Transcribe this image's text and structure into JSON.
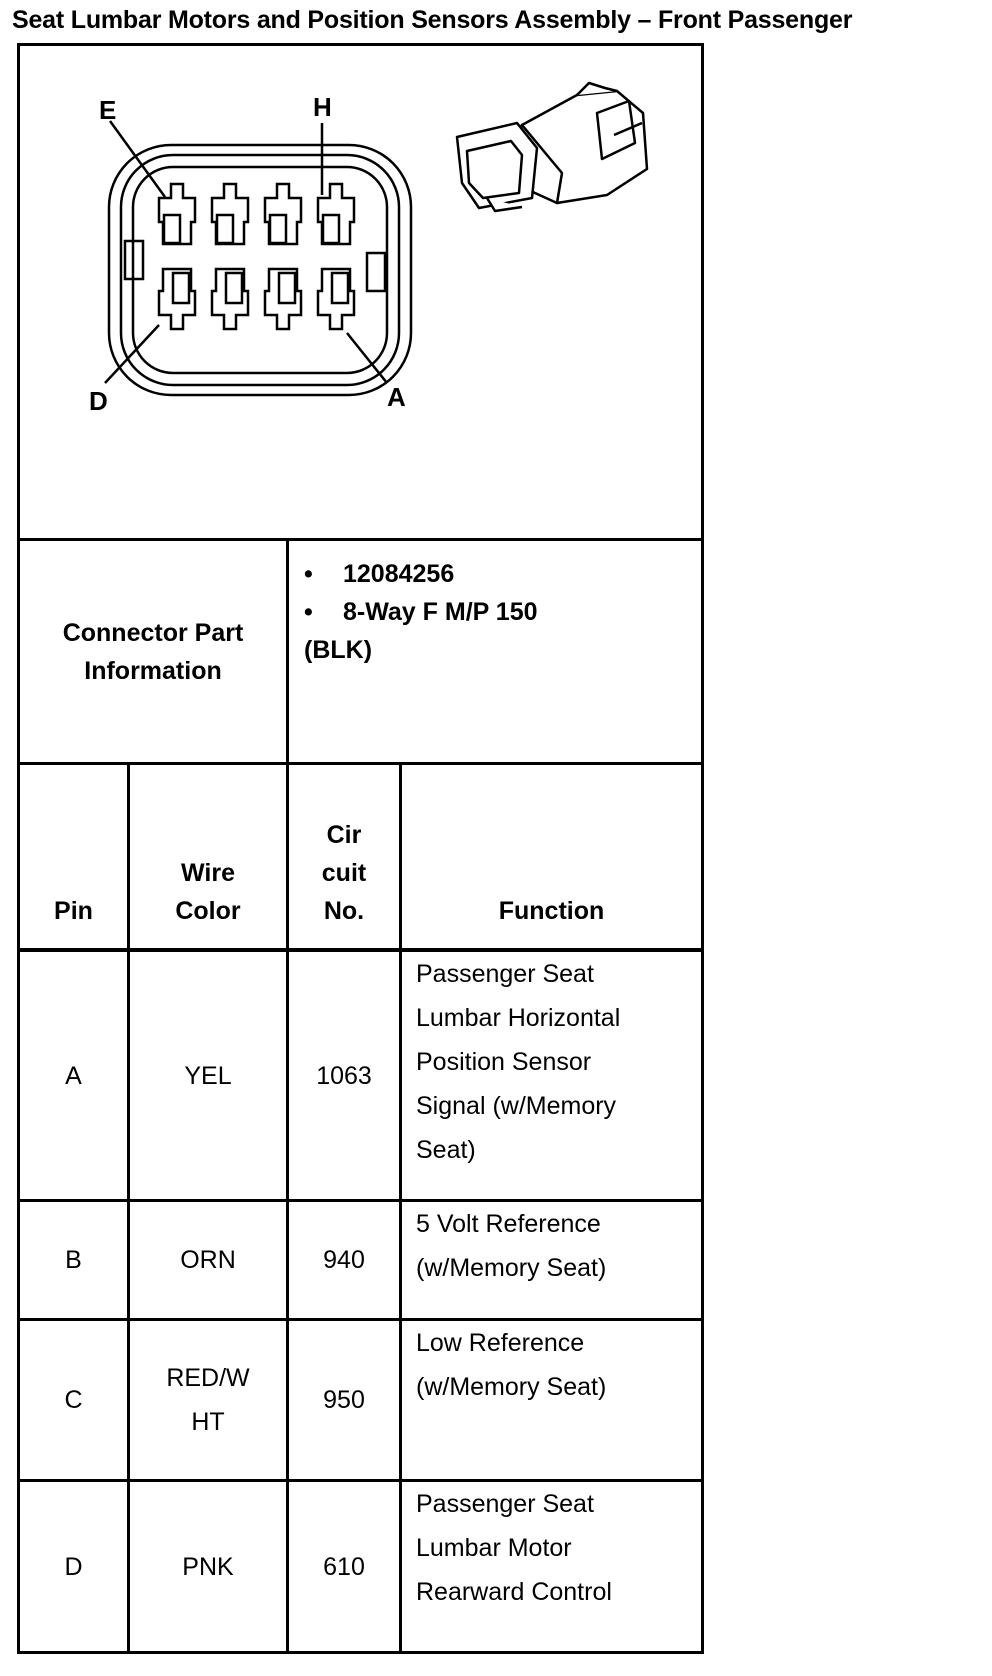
{
  "title": "Seat Lumbar Motors and Position Sensors Assembly – Front Passenger",
  "diagram": {
    "pin_labels": {
      "top_left": "E",
      "top_right": "H",
      "bottom_left": "D",
      "bottom_right": "A"
    }
  },
  "connector_info": {
    "label_line1": "Connector Part",
    "label_line2": "Information",
    "bullet": "•",
    "part_number": "12084256",
    "description_line1": "8-Way F M/P 150",
    "description_line2": "(BLK)"
  },
  "table": {
    "headers": {
      "pin": "Pin",
      "wire_color_line1": "Wire",
      "wire_color_line2": "Color",
      "circuit_line1": "Cir",
      "circuit_line2": "cuit",
      "circuit_line3": "No.",
      "function": "Function"
    },
    "rows": [
      {
        "pin": "A",
        "wire_color": [
          "YEL"
        ],
        "circuit": "1063",
        "function": [
          "Passenger Seat",
          "Lumbar Horizontal",
          "Position Sensor",
          "Signal (w/Memory",
          "Seat)"
        ]
      },
      {
        "pin": "B",
        "wire_color": [
          "ORN"
        ],
        "circuit": "940",
        "function": [
          "5 Volt Reference",
          "(w/Memory Seat)"
        ]
      },
      {
        "pin": "C",
        "wire_color": [
          "RED/W",
          "HT"
        ],
        "circuit": "950",
        "function": [
          "Low Reference",
          "(w/Memory Seat)"
        ]
      },
      {
        "pin": "D",
        "wire_color": [
          "PNK"
        ],
        "circuit": "610",
        "function": [
          "Passenger Seat",
          "Lumbar Motor",
          "Rearward Control"
        ]
      }
    ]
  }
}
